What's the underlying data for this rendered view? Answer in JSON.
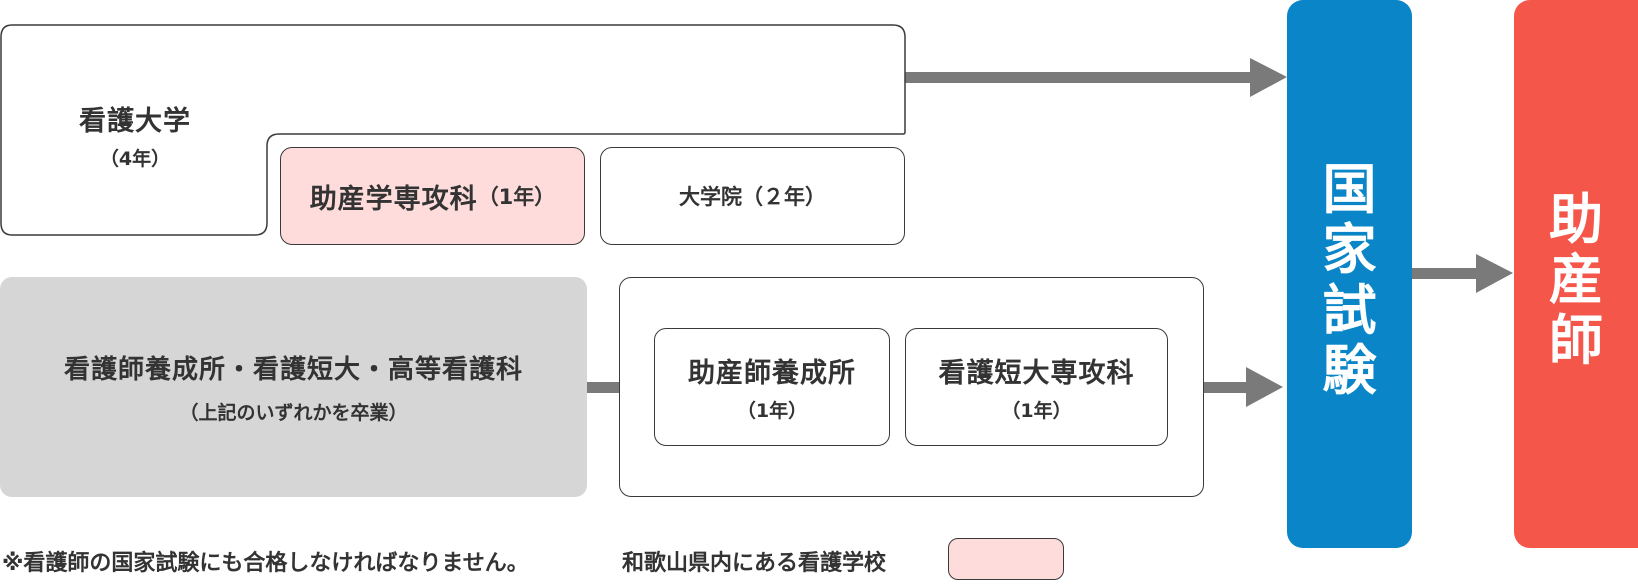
{
  "colors": {
    "exam_blue": "#0a86c8",
    "midwife_red": "#f4564a",
    "highlight_pink": "#fddcdb",
    "gray_box": "#d6d6d6",
    "arrow_gray": "#7a7a7a"
  },
  "nursing_university": {
    "title": "看護大学",
    "years": "（4年）"
  },
  "midwifery_major": {
    "title": "助産学専攻科",
    "years": "（1年）"
  },
  "graduate_school": {
    "title": "大学院",
    "years": "（２年）"
  },
  "nursing_schools": {
    "title": "看護師養成所・看護短大・高等看護科",
    "note": "（上記のいずれかを卒業）"
  },
  "midwife_training": {
    "title": "助産師養成所",
    "years": "（1年）"
  },
  "junior_college_major": {
    "title": "看護短大専攻科",
    "years": "（1年）"
  },
  "national_exam": {
    "chars": [
      "国",
      "家",
      "試",
      "験"
    ]
  },
  "midwife": {
    "chars": [
      "助",
      "産",
      "師"
    ]
  },
  "footnote": "※看護師の国家試験にも合格しなければなりません。",
  "legend_label": "和歌山県内にある看護学校"
}
